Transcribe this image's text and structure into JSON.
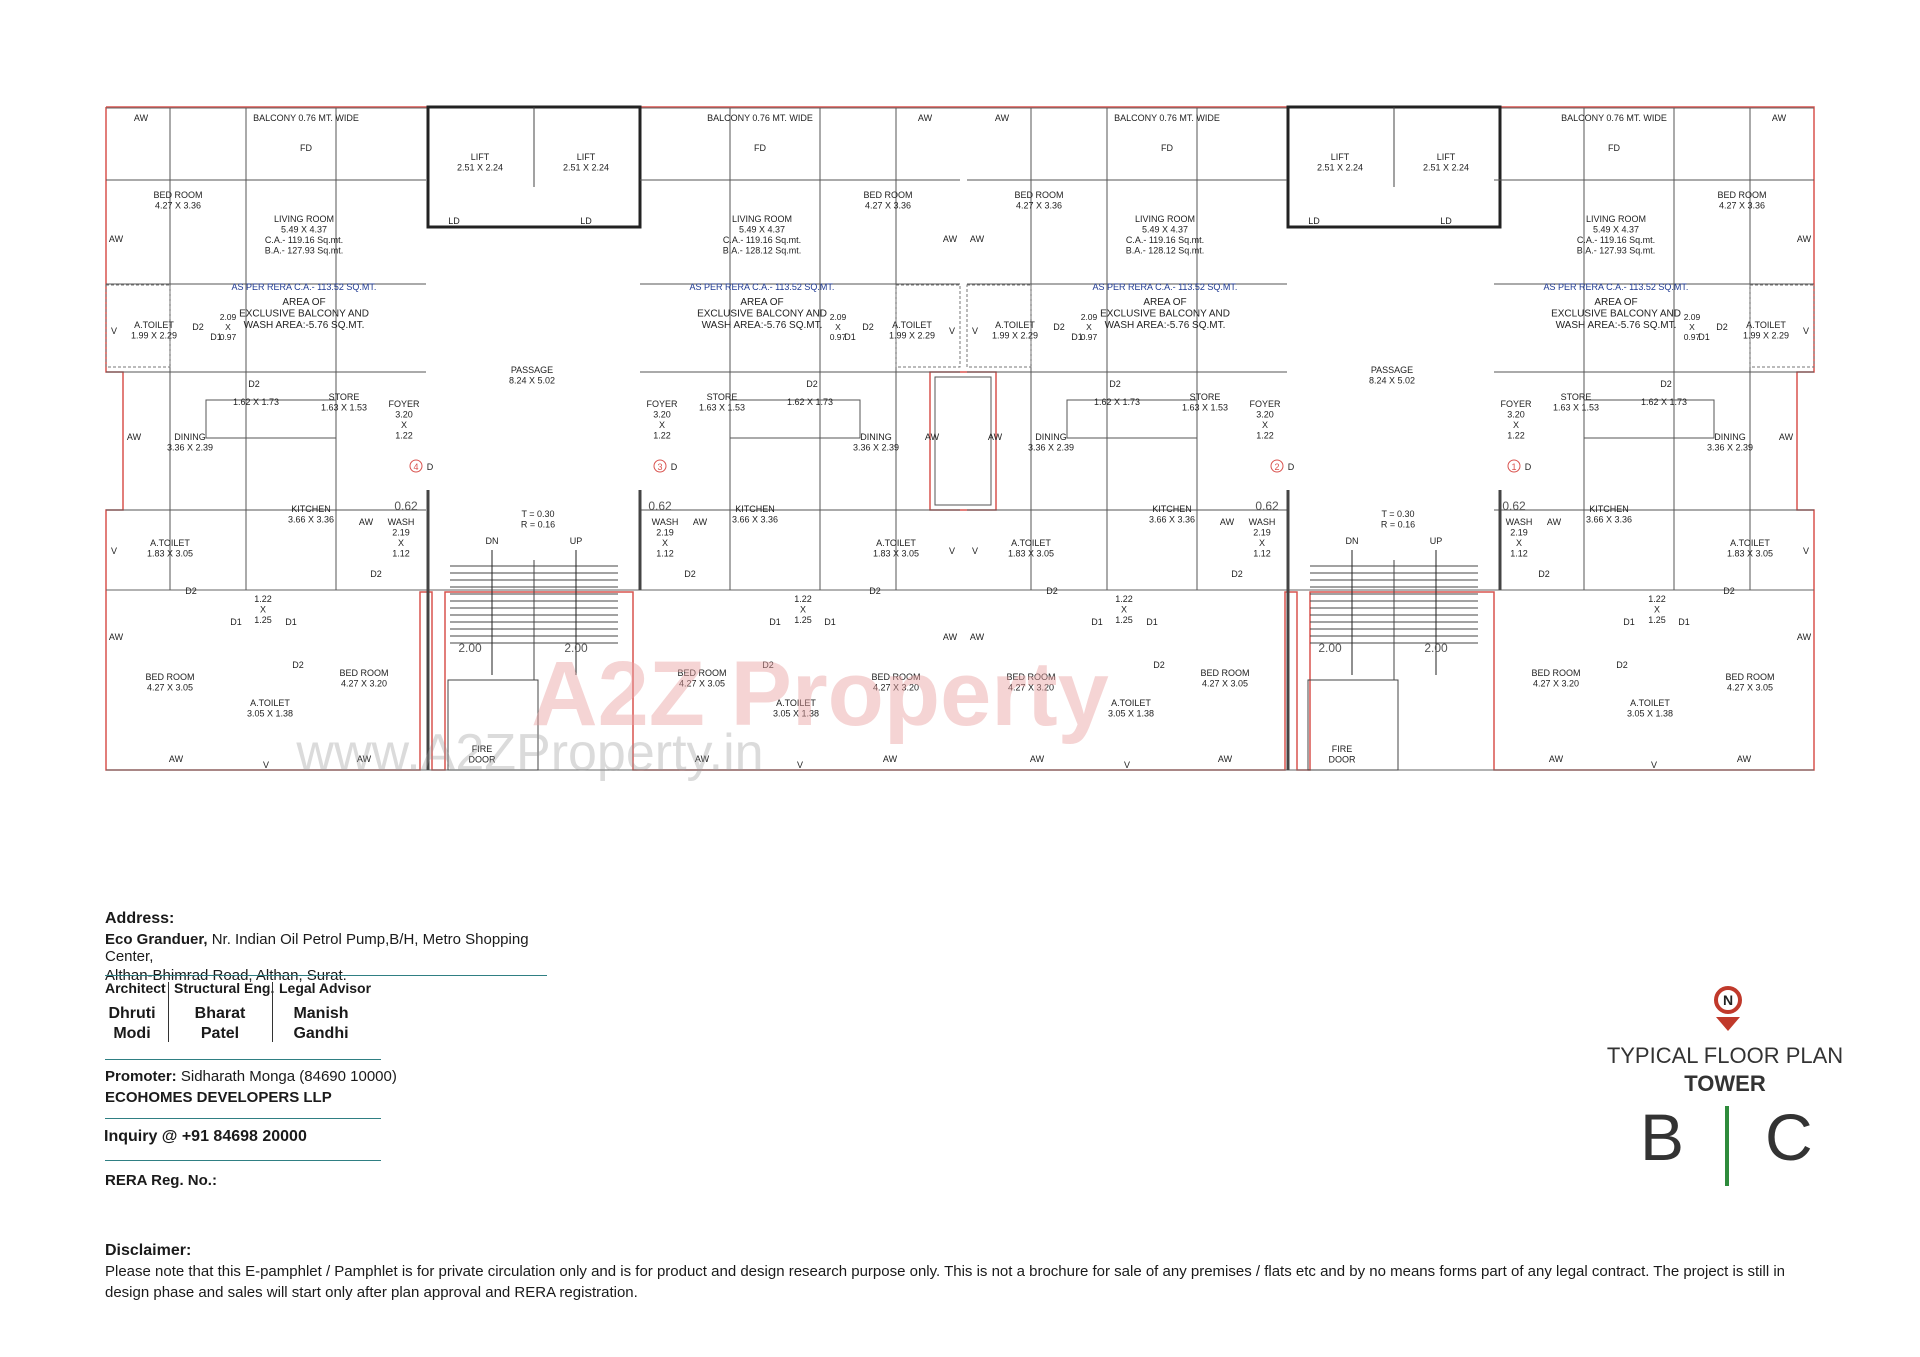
{
  "plan": {
    "watermark": {
      "brand": "A2Z Property",
      "url": "www.A2ZProperty.in"
    },
    "units": {
      "balcony": "BALCONY 0.76 MT. WIDE",
      "fd": "FD",
      "aw": "AW",
      "v": "V",
      "d": "D",
      "d1": "D1",
      "d2": "D2",
      "ld": "LD",
      "lift": [
        "LIFT",
        "2.51 X 2.24"
      ],
      "living": [
        "LIVING ROOM",
        "5.49 X 4.37",
        "C.A.- 119.16 Sq.mt."
      ],
      "ba_a": "B.A.- 127.93 Sq.mt.",
      "ba_b": "B.A.- 128.12 Sq.mt.",
      "rera": "AS PER RERA C.A.- 113.52 SQ.MT.",
      "excl": [
        "AREA OF",
        "EXCLUSIVE BALCONY AND",
        "WASH AREA:-5.76 SQ.MT."
      ],
      "bed_top": [
        "BED ROOM",
        "4.27 X 3.36"
      ],
      "toilet_top": [
        "A.TOILET",
        "1.99 X 2.29"
      ],
      "dim_209": [
        "2.09",
        "X",
        "0.97"
      ],
      "passage": [
        "PASSAGE",
        "8.24 X 5.02"
      ],
      "store": [
        "STORE",
        "1.63 X 1.53"
      ],
      "dim_162": "1.62 X 1.73",
      "foyer": [
        "FOYER",
        "3.20",
        "X",
        "1.22"
      ],
      "dining": [
        "DINING",
        "3.36 X 2.39"
      ],
      "kitchen": [
        "KITCHEN",
        "3.66 X 3.36"
      ],
      "wash": [
        "WASH",
        "2.19",
        "X",
        "1.12"
      ],
      "dim_062": "0.62",
      "stair_tr": [
        "T = 0.30",
        "R = 0.16"
      ],
      "dn": "DN",
      "up": "UP",
      "dim_200": "2.00",
      "fire": [
        "FIRE",
        "DOOR"
      ],
      "toilet_mid": [
        "A.TOILET",
        "1.83 X 3.05"
      ],
      "dim_122": [
        "1.22",
        "X",
        "1.25"
      ],
      "bed_a": [
        "BED ROOM",
        "4.27 X 3.05"
      ],
      "bed_b": [
        "BED ROOM",
        "4.27 X 3.20"
      ],
      "toilet_bot": [
        "A.TOILET",
        "3.05 X 1.38"
      ],
      "circles": [
        "4",
        "3",
        "2",
        "1"
      ]
    },
    "north": "N"
  },
  "address": {
    "heading": "Address:",
    "name": "Eco Granduer,",
    "line1": " Nr. Indian Oil Petrol Pump,B/H, Metro Shopping Center,",
    "line2": "Althan-Bhimrad Road, Althan, Surat."
  },
  "credits": [
    {
      "role": "Architect",
      "name1": "Dhruti",
      "name2": "Modi"
    },
    {
      "role": "Structural Eng.",
      "name1": "Bharat",
      "name2": "Patel"
    },
    {
      "role": "Legal Advisor",
      "name1": "Manish",
      "name2": "Gandhi"
    }
  ],
  "promoter": {
    "label": "Promoter:",
    "name": " Sidharath Monga (84690 10000)",
    "company": "ECOHOMES DEVELOPERS LLP"
  },
  "inquiry": "Inquiry @ +91 84698 20000",
  "rera_reg": "RERA Reg. No.:",
  "title": {
    "line1": "TYPICAL FLOOR PLAN",
    "line2": "TOWER",
    "tower_left": "B",
    "tower_right": "C",
    "accent": "#2e8b3c"
  },
  "disclaimer": {
    "heading": "Disclaimer:",
    "text": "Please note that this E-pamphlet / Pamphlet is for private circulation only and is for product and design research purpose only. This is not a brochure for sale of any premises / flats etc and by no means forms part of any legal contract. The project is still in design phase and sales will start only after plan approval and RERA registration."
  },
  "colors": {
    "outline": "#d9534f",
    "north_marker": "#c0392b",
    "rera_text": "#1f3a93",
    "rule": "#2f7f83"
  }
}
